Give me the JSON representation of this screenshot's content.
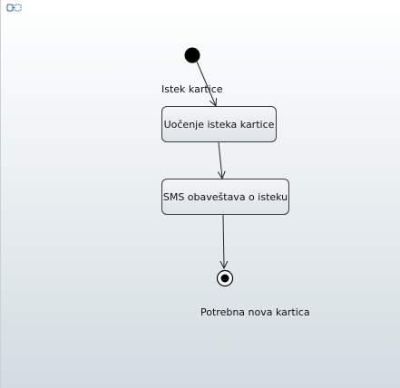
{
  "diagram": {
    "icon": "activity-diagram-icon",
    "nodes": {
      "activity_1": "Uočenje isteka kartice",
      "activity_2": "SMS obaveštava o isteku"
    },
    "labels": {
      "initial_event": "Istek kartice",
      "final_outcome": "Potrebna nova kartica"
    }
  }
}
